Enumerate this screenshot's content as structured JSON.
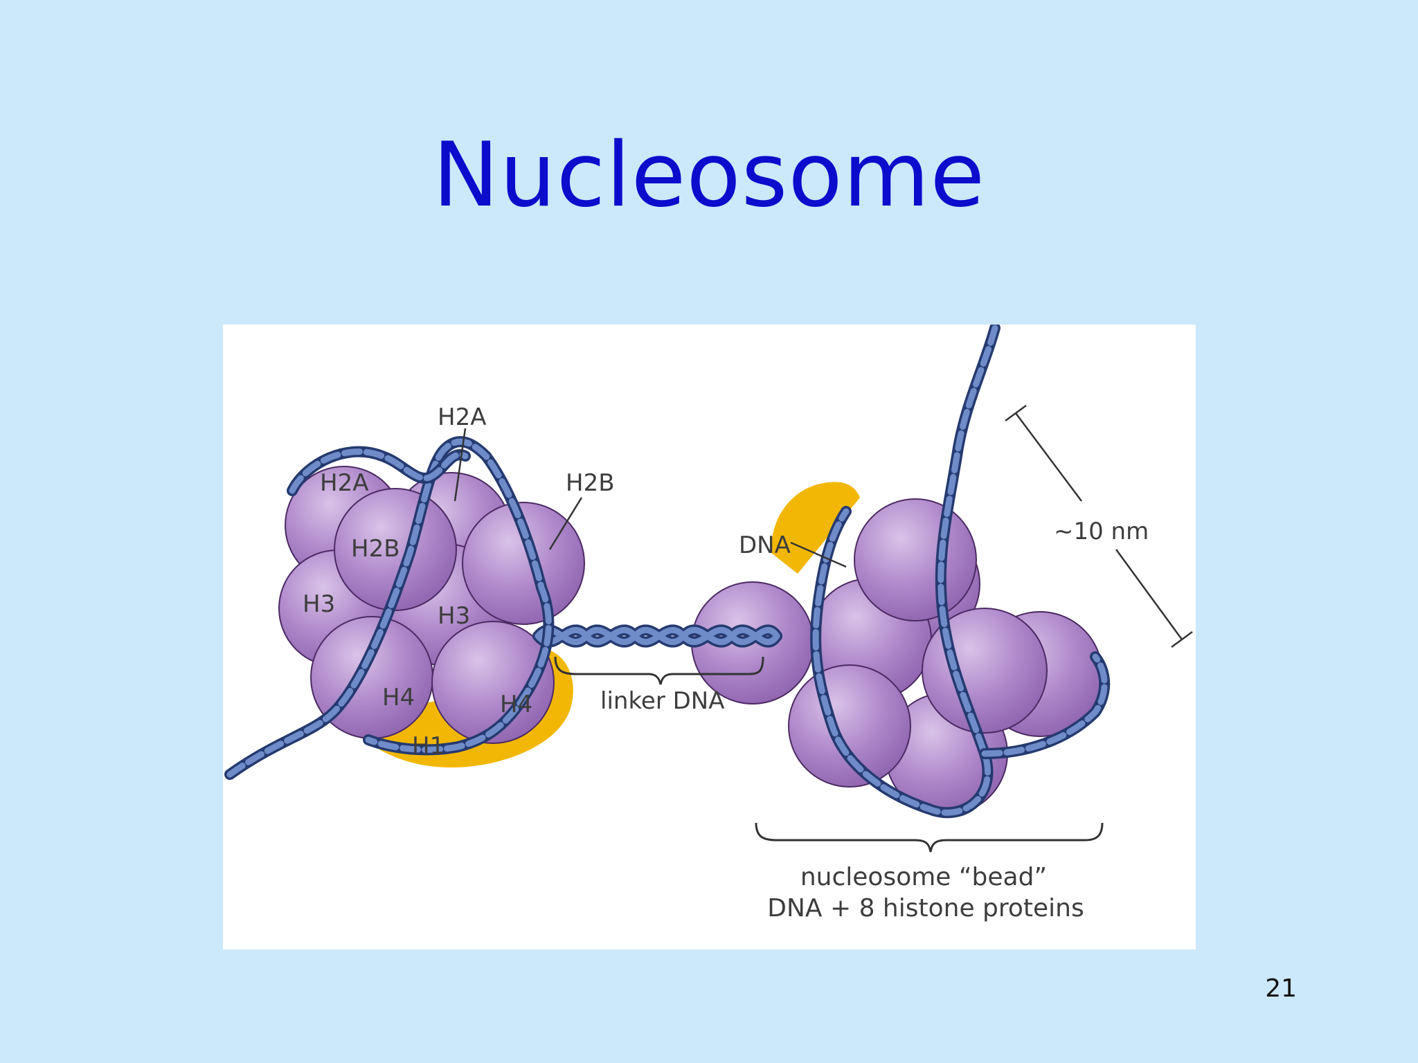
{
  "slide": {
    "title": "Nucleosome",
    "page_number": "21"
  },
  "figure": {
    "labels": {
      "h2a_top": "H2A",
      "h2a_left": "H2A",
      "h2b_right": "H2B",
      "h2b_left": "H2B",
      "h3_left": "H3",
      "h3_center": "H3",
      "h4_left": "H4",
      "h4_right": "H4",
      "h1": "H1",
      "linker_dna": "linker DNA",
      "dna": "DNA",
      "size": "~10 nm",
      "bead_line1": "nucleosome “bead”",
      "bead_line2": "DNA + 8 histone proteins"
    },
    "colors": {
      "histone": "#a47bc2",
      "histone_highlight": "#d6bfe6",
      "histone_outline": "#4b2a63",
      "dna": "#5c78b8",
      "dna_outline": "#253a70",
      "h1": "#f2b705"
    }
  }
}
